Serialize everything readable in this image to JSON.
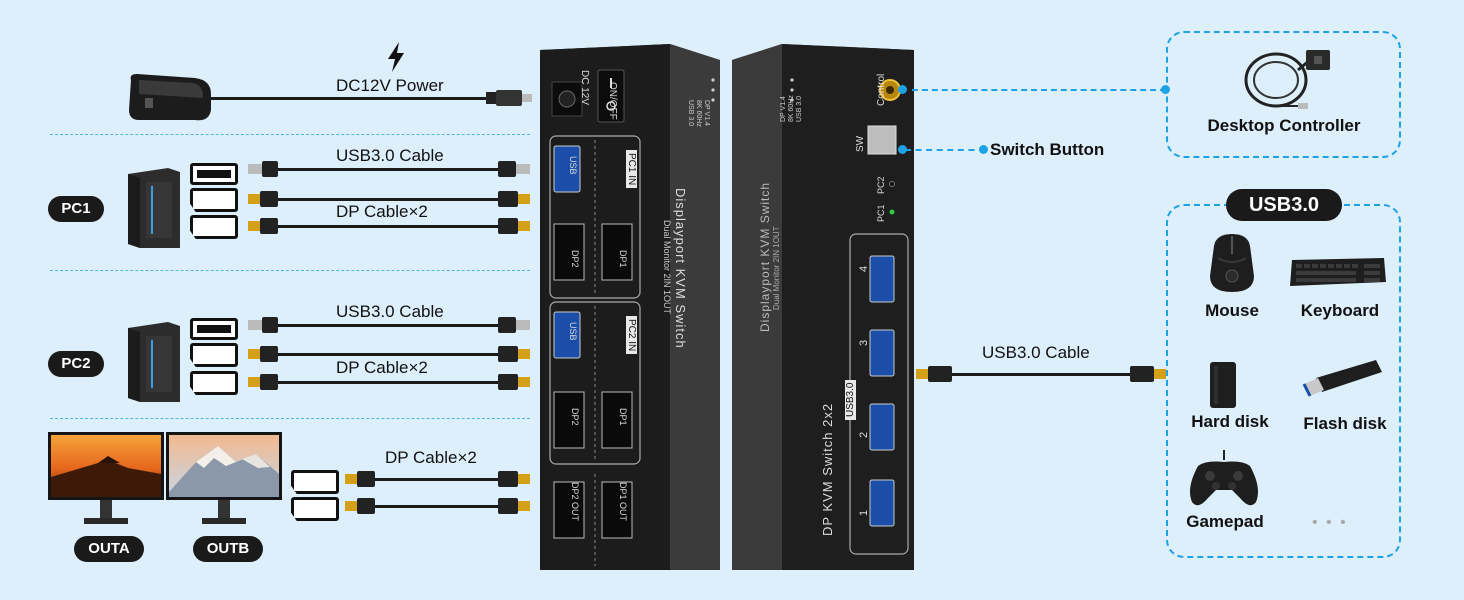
{
  "power": {
    "label": "DC12V Power"
  },
  "pc1": {
    "badge": "PC1",
    "usb_cable": "USB3.0 Cable",
    "dp_cable": "DP Cable×2"
  },
  "pc2": {
    "badge": "PC2",
    "usb_cable": "USB3.0 Cable",
    "dp_cable": "DP Cable×2"
  },
  "outputs": {
    "badge_a": "OUTA",
    "badge_b": "OUTB",
    "dp_cable": "DP Cable×2"
  },
  "front_panel": {
    "on_off": "ON/OFF",
    "dc12v": "DC 12V",
    "switch_glyph": "I O",
    "pc1_in": "PC1 IN",
    "pc2_in": "PC2 IN",
    "usb": "USB",
    "dp1": "DP1",
    "dp2": "DP2",
    "dp1_out": "DP1 OUT",
    "dp2_out": "DP2 OUT",
    "title": "Displayport KVM Switch",
    "subtitle": "Dual Monitor 2IN 1OUT",
    "spec1": "DP V1.4",
    "spec2": "8K 60Hz",
    "spec3": "USB 3.0"
  },
  "back_panel": {
    "control": "Control",
    "sw": "SW",
    "pc1": "PC1",
    "pc2": "PC2",
    "usb30": "USB3.0",
    "title": "DP KVM Switch 2x2",
    "subtitle": "Displayport KVM Switch",
    "subtitle2": "Dual Monitor 2IN 1OUT",
    "spec1": "DP V1.4",
    "spec2": "8K 60Hz",
    "spec3": "USB 3.0",
    "port_numbers": [
      "4",
      "3",
      "2",
      "1"
    ]
  },
  "switch_button": {
    "label": "Switch Button"
  },
  "desktop_controller": {
    "label": "Desktop Controller"
  },
  "usb_section": {
    "badge": "USB3.0",
    "cable_label": "USB3.0 Cable",
    "devices": [
      "Mouse",
      "Keyboard",
      "Hard disk",
      "Flash disk",
      "Gamepad"
    ],
    "more": "• • •"
  },
  "colors": {
    "background": "#ddeffb",
    "accent": "#1ea2e6",
    "device": "#2b2b2b",
    "gold": "#d4a017"
  }
}
